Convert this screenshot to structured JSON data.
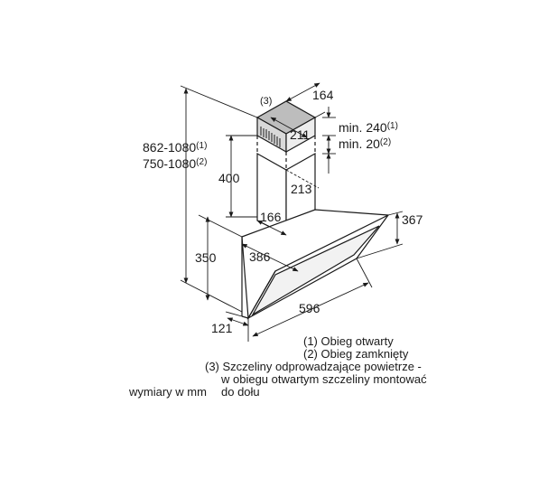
{
  "dimensions": {
    "chimney_width": "164",
    "note_3_marker": "(3)",
    "chimney_upper_depth": "211",
    "chimney_lower_depth": "213",
    "chimney_lower_width": "166",
    "upper_section_height": "400",
    "min_240": "min. 240",
    "min_240_sup": "(1)",
    "min_20": "min. 20",
    "min_20_sup": "(2)",
    "total_height_1": "862-1080",
    "total_height_1_sup": "(1)",
    "total_height_2": "750-1080",
    "total_height_2_sup": "(2)",
    "hood_height": "350",
    "hood_depth": "367",
    "glass_depth": "386",
    "hood_width": "596",
    "wall_offset": "121"
  },
  "legend": {
    "note_1": "(1) Obieg otwarty",
    "note_2": "(2) Obieg zamknięty",
    "note_3_line1": "(3) Szczeliny odprowadzające powietrze -",
    "note_3_line2": "w obiegu otwartym szczeliny montować",
    "note_3_line3": "do dołu",
    "units": "wymiary w mm"
  }
}
